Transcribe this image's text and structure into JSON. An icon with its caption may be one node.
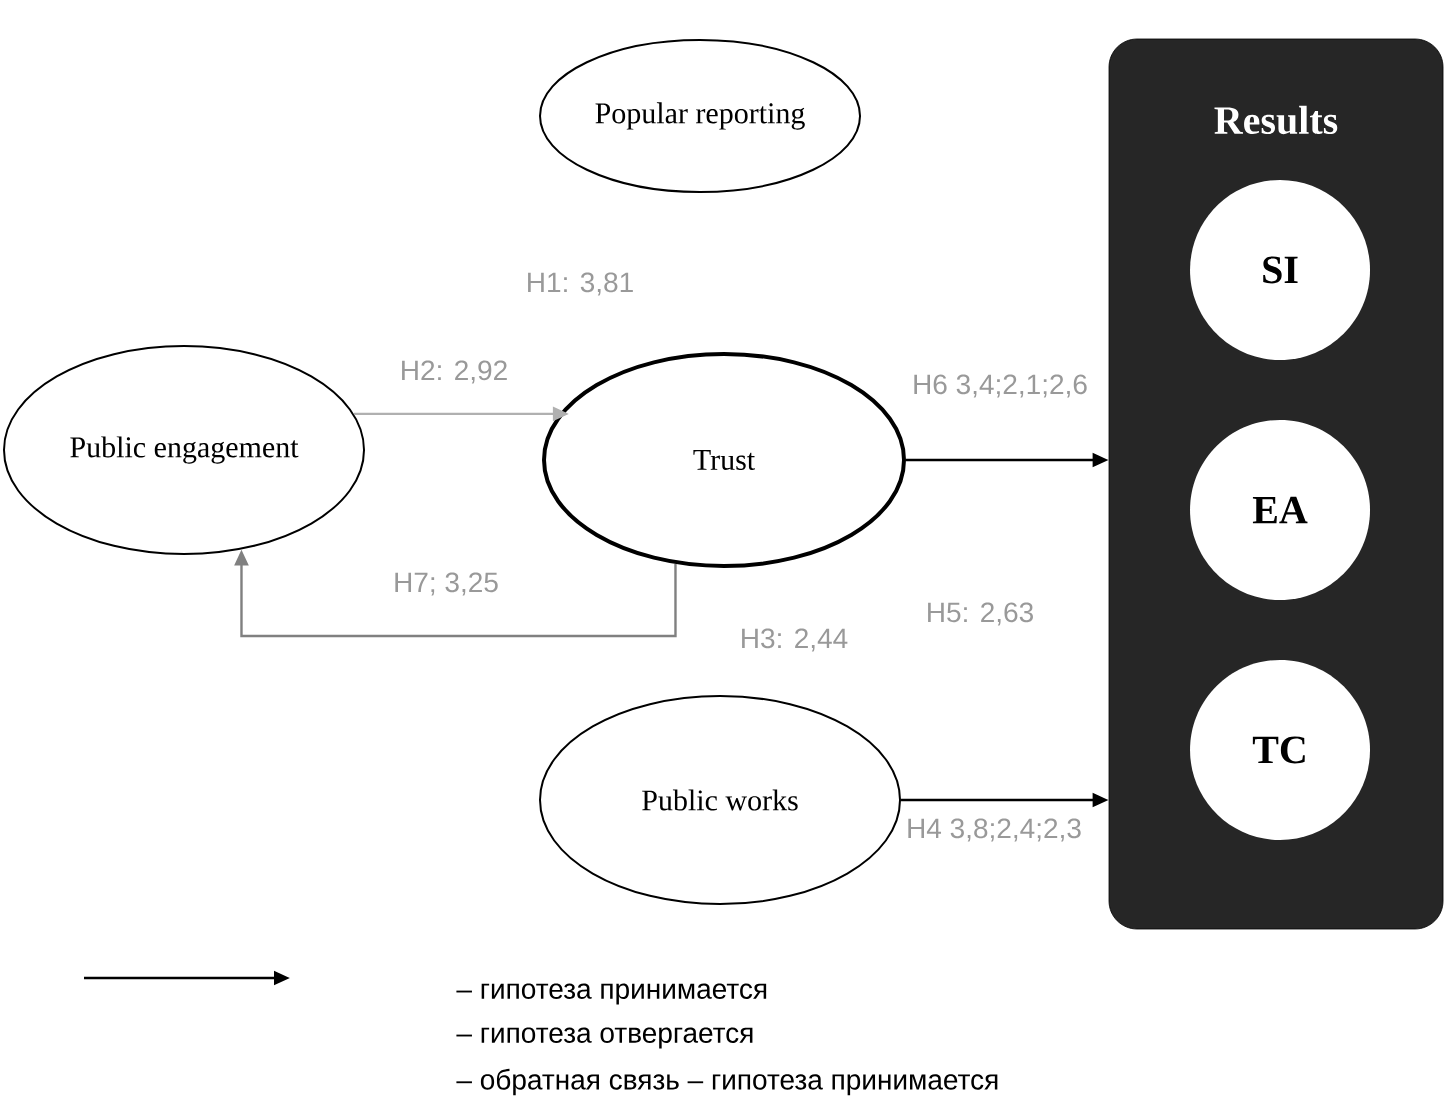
{
  "diagram": {
    "nodes": [
      {
        "text": [
          "Popular reporting"
        ]
      },
      {
        "text": [
          "Public engagement"
        ]
      },
      {
        "text": [
          "Trust"
        ]
      },
      {
        "text": [
          "Public works"
        ]
      },
      {
        "text": [
          "Results"
        ]
      },
      {
        "text": [
          "SI"
        ],
        "in": 4
      },
      {
        "text": [
          "EA"
        ],
        "in": 4
      },
      {
        "text": [
          "TC"
        ],
        "in": 4
      }
    ],
    "edges": [
      {
        "from": 1,
        "to": 2,
        "arrow": "to",
        "label": "H2: 2,92",
        "color": "#b0b0b0"
      },
      {
        "from": 2,
        "to": 4,
        "arrow": "to",
        "label": "H6 3,4;2,1;2,6"
      },
      {
        "from": 3,
        "to": 4,
        "arrow": "to",
        "label": "H4 3,8;2,4;2,3"
      },
      {
        "from": 2,
        "to": 1,
        "arrow": "to",
        "label": "H7; 3,25",
        "color": "#808080"
      }
    ],
    "labels": [
      "H1: 3,81",
      "H3: 2,44",
      "H5: 2,63"
    ],
    "legend": [
      {
        "text": "– гипотеза принимается"
      },
      {
        "text": "– гипотеза отвергается"
      },
      {
        "text": "– обратная связь – гипотеза принимается"
      }
    ]
  }
}
